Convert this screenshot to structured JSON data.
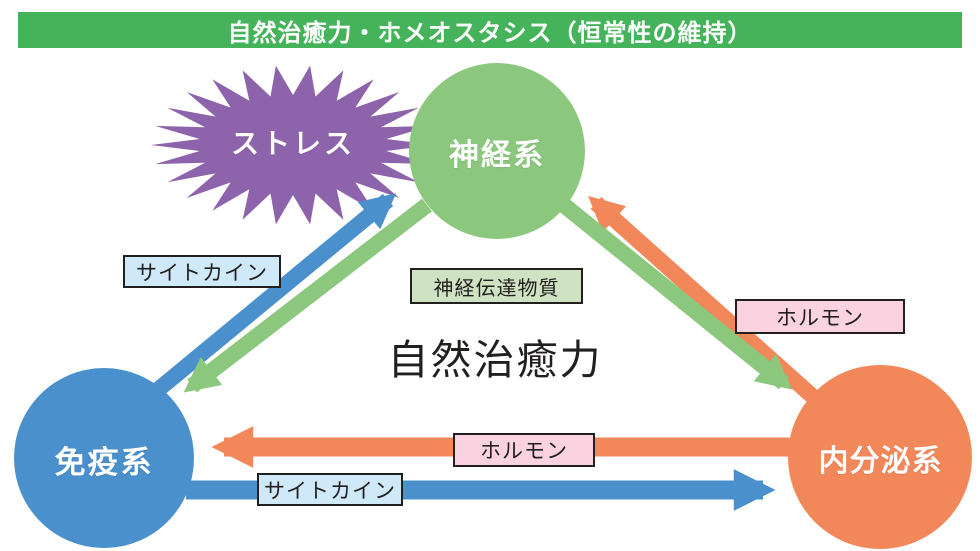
{
  "header": {
    "title": "自然治癒力・ホメオスタシス（恒常性の維持）"
  },
  "center_label": "自然治癒力",
  "stress": {
    "label": "ストレス",
    "color": "#8d63ab"
  },
  "nodes": {
    "nervous": {
      "label": "神経系",
      "color": "#8bc87e"
    },
    "immune": {
      "label": "免疫系",
      "color": "#4a90cc"
    },
    "endocrine": {
      "label": "内分泌系",
      "color": "#f2875a"
    }
  },
  "labels": {
    "cytokine_upper": {
      "text": "サイトカイン",
      "bg": "#cfe9f8"
    },
    "neurotransmitter": {
      "text": "神経伝達物質",
      "bg": "#cfe3c2"
    },
    "hormone_right": {
      "text": "ホルモン",
      "bg": "#fad2e0"
    },
    "hormone_lower": {
      "text": "ホルモン",
      "bg": "#fad2e0"
    },
    "cytokine_lower": {
      "text": "サイトカイン",
      "bg": "#cfe9f8"
    }
  },
  "edges": [
    {
      "from": "immune",
      "to": "nervous",
      "label": "サイトカイン",
      "color": "blue"
    },
    {
      "from": "nervous",
      "to": "immune",
      "label": "神経伝達物質",
      "color": "green"
    },
    {
      "from": "endocrine",
      "to": "nervous",
      "label": "ホルモン",
      "color": "orange"
    },
    {
      "from": "nervous",
      "to": "endocrine",
      "label": "神経伝達物質",
      "color": "green"
    },
    {
      "from": "endocrine",
      "to": "immune",
      "label": "ホルモン",
      "color": "orange"
    },
    {
      "from": "immune",
      "to": "endocrine",
      "label": "サイトカイン",
      "color": "blue"
    }
  ],
  "colors": {
    "header_green": "#44b35a",
    "node_green": "#8bc87e",
    "node_blue": "#4a90cc",
    "node_orange": "#f2875a",
    "arrow_green": "#8bc87e",
    "arrow_blue": "#4a90cc",
    "arrow_orange": "#f2875a",
    "stress_purple": "#8d63ab",
    "box_blue": "#cfe9f8",
    "box_green": "#cfe3c2",
    "box_pink": "#fad2e0",
    "ink": "#221f1f",
    "white": "#ffffff"
  }
}
